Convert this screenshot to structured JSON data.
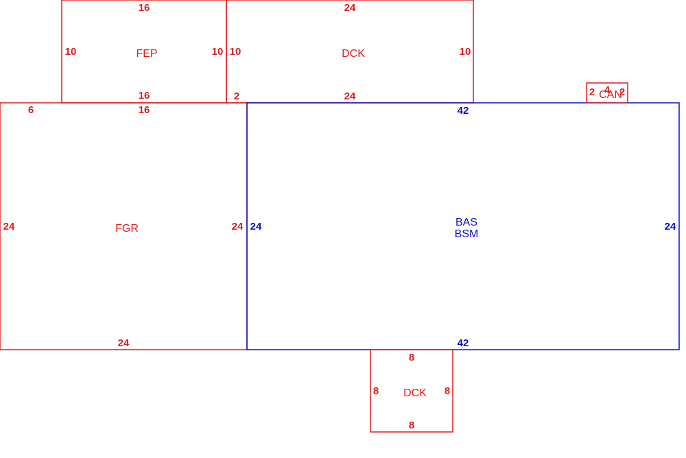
{
  "colors": {
    "red": "#e01b1b",
    "blue": "#0a10c8",
    "background": "#ffffff"
  },
  "areas": [
    {
      "id": "fep",
      "name": "FEP",
      "color": "red",
      "dims": {
        "top": "16",
        "left": "10",
        "right": "10",
        "bottom": "16"
      }
    },
    {
      "id": "dck-top",
      "name": "DCK",
      "color": "red",
      "dims": {
        "top": "24",
        "left": "10",
        "right": "10",
        "bottom": "24"
      }
    },
    {
      "id": "fgr",
      "name": "FGR",
      "color": "red",
      "dims": {
        "top": "16",
        "top_left": "6",
        "left": "24",
        "right": "24",
        "bottom": "24"
      }
    },
    {
      "id": "bas",
      "name_lines": [
        "BAS",
        "BSM"
      ],
      "color": "blue",
      "dims": {
        "top": "42",
        "left": "24",
        "right": "24",
        "bottom": "42"
      }
    },
    {
      "id": "can",
      "name": "CAN",
      "color": "red",
      "dims": {
        "left": "2",
        "top": "4",
        "right": "2"
      }
    },
    {
      "id": "dck-bottom",
      "name": "DCK",
      "color": "red",
      "dims": {
        "top": "8",
        "left": "8",
        "right": "8",
        "bottom": "8"
      }
    }
  ],
  "connector_label": "2"
}
